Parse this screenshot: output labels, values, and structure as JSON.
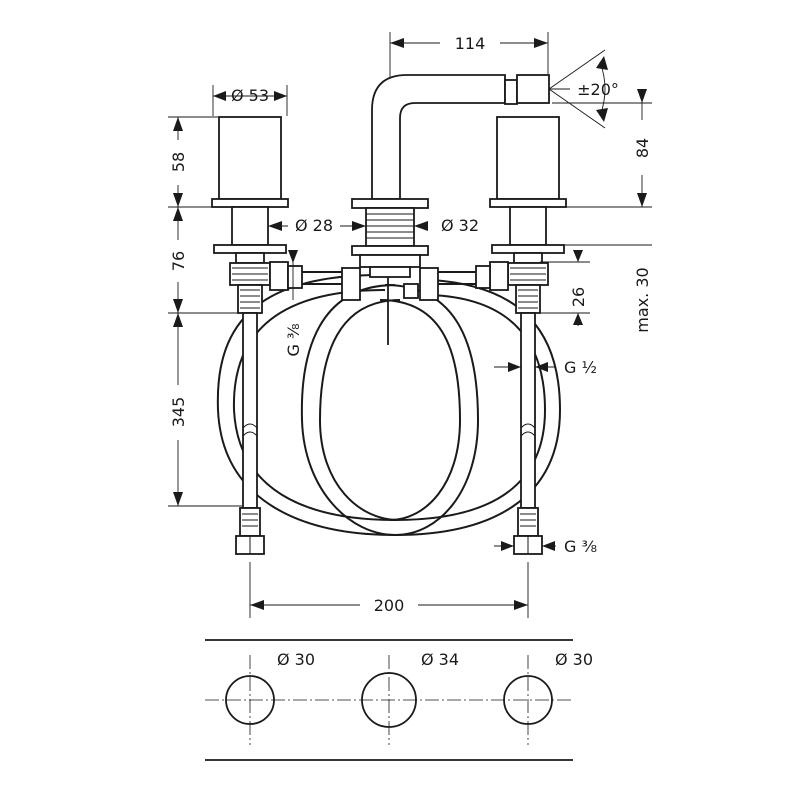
{
  "dimensions": {
    "spout_width": "114",
    "tilt": "±20°",
    "handle_diameter": "Ø 53",
    "handle_height": "58",
    "spout_height": "84",
    "shank_height": "76",
    "left_shank_diameter": "Ø 28",
    "spout_shank_diameter": "Ø 32",
    "hose_length": "345",
    "thread_depth": "26",
    "max_deck": "max. 30",
    "thread_left": "G ⅜",
    "thread_inlet": "G ½",
    "thread_outlet": "G ⅜",
    "spacing": "200"
  },
  "holes": {
    "left": "Ø 30",
    "center": "Ø 34",
    "right": "Ø 30"
  }
}
